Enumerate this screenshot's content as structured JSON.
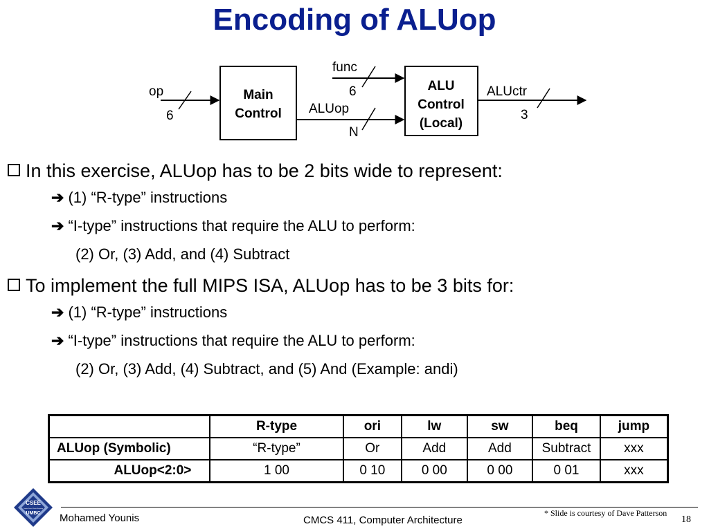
{
  "title": "Encoding of ALUop",
  "diagram": {
    "main_control": [
      "Main",
      "Control"
    ],
    "alu_control": [
      "ALU",
      "Control",
      "(Local)"
    ],
    "signals": {
      "op": "op",
      "op_width": "6",
      "func": "func",
      "func_width": "6",
      "aluop": "ALUop",
      "aluop_width": "N",
      "aluctr": "ALUctr",
      "aluctr_width": "3"
    }
  },
  "bullets": {
    "b1": "In this exercise, ALUop has to be 2 bits wide to represent:",
    "b1_1": "(1) “R-type” instructions",
    "b1_2": "“I-type” instructions that require the ALU to perform:",
    "b1_3": "(2) Or, (3) Add, and (4) Subtract",
    "b2": "To implement the full MIPS ISA, ALUop has to be 3 bits for:",
    "b2_1": "(1) “R-type” instructions",
    "b2_2": "“I-type” instructions that require the ALU to perform:",
    "b2_3": "(2) Or, (3) Add,  (4)  Subtract, and (5) And (Example: andi)"
  },
  "table": {
    "headers": [
      "",
      "R-type",
      "ori",
      "lw",
      "sw",
      "beq",
      "jump"
    ],
    "rows": [
      [
        "ALUop (Symbolic)",
        "“R-type”",
        "Or",
        "Add",
        "Add",
        "Subtract",
        "xxx"
      ],
      [
        "ALUop<2:0>",
        "1 00",
        "0 10",
        "0 00",
        "0 00",
        "0 01",
        "xxx"
      ]
    ]
  },
  "footer": {
    "author": "Mohamed Younis",
    "course": "CMCS 411, Computer Architecture",
    "courtesy": "* Slide is courtesy of Dave Patterson",
    "page": "18"
  },
  "logo_text": [
    "CSEE",
    "Computer Science / Electrical Engineering",
    "UMBC"
  ],
  "colors": {
    "title": "#0a1f8f",
    "logo_dark": "#1f3a8a",
    "logo_light": "#8ea6d8"
  }
}
